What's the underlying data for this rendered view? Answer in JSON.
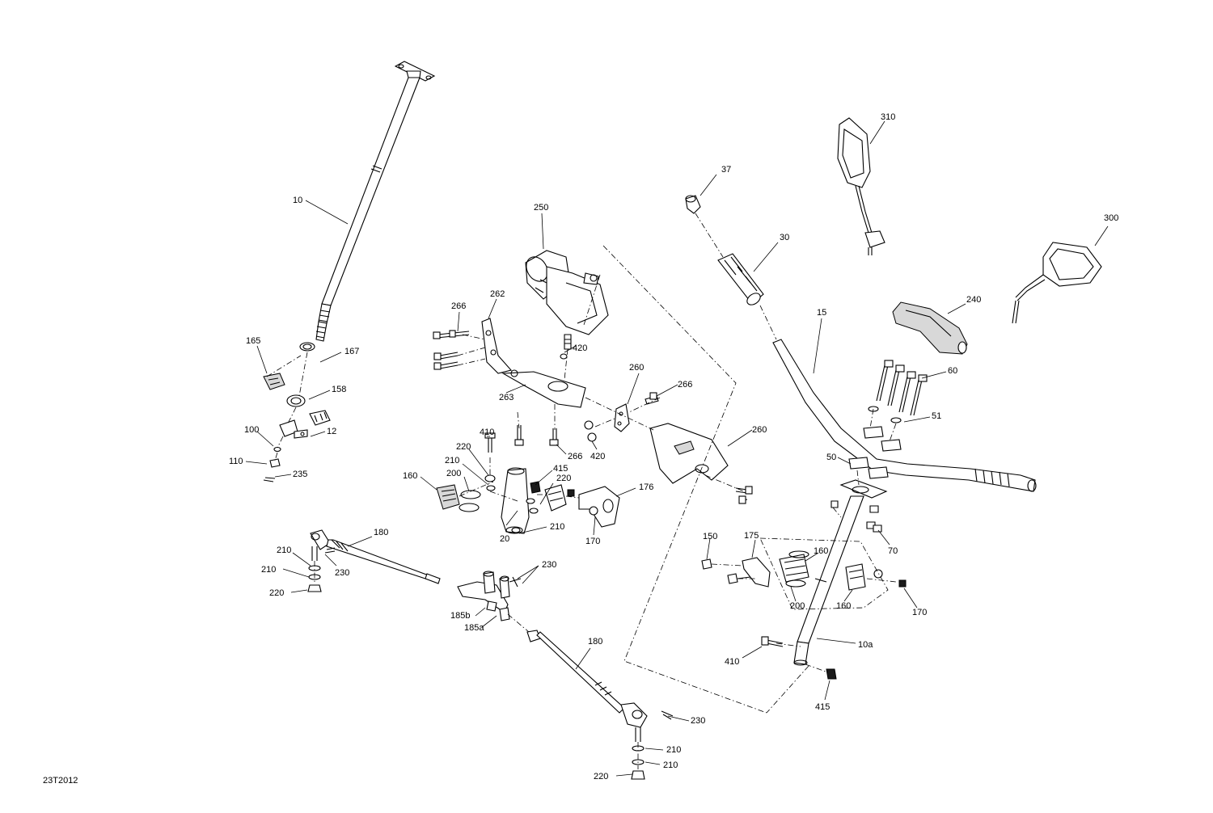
{
  "drawing_id": "23T2012",
  "callouts": [
    {
      "label": "10"
    },
    {
      "label": "165"
    },
    {
      "label": "167"
    },
    {
      "label": "158"
    },
    {
      "label": "100"
    },
    {
      "label": "12"
    },
    {
      "label": "110"
    },
    {
      "label": "235"
    },
    {
      "label": "250"
    },
    {
      "label": "262"
    },
    {
      "label": "266"
    },
    {
      "label": "420"
    },
    {
      "label": "263"
    },
    {
      "label": "260"
    },
    {
      "label": "266"
    },
    {
      "label": "260"
    },
    {
      "label": "410"
    },
    {
      "label": "266"
    },
    {
      "label": "420"
    },
    {
      "label": "220"
    },
    {
      "label": "210"
    },
    {
      "label": "200"
    },
    {
      "label": "160"
    },
    {
      "label": "415"
    },
    {
      "label": "220"
    },
    {
      "label": "176"
    },
    {
      "label": "210"
    },
    {
      "label": "20"
    },
    {
      "label": "170"
    },
    {
      "label": "180"
    },
    {
      "label": "210"
    },
    {
      "label": "210"
    },
    {
      "label": "230"
    },
    {
      "label": "220"
    },
    {
      "label": "230"
    },
    {
      "label": "185b"
    },
    {
      "label": "185a"
    },
    {
      "label": "180"
    },
    {
      "label": "230"
    },
    {
      "label": "210"
    },
    {
      "label": "210"
    },
    {
      "label": "220"
    },
    {
      "label": "37"
    },
    {
      "label": "310"
    },
    {
      "label": "30"
    },
    {
      "label": "300"
    },
    {
      "label": "15"
    },
    {
      "label": "240"
    },
    {
      "label": "60"
    },
    {
      "label": "51"
    },
    {
      "label": "50"
    },
    {
      "label": "70"
    },
    {
      "label": "150"
    },
    {
      "label": "175"
    },
    {
      "label": "160"
    },
    {
      "label": "200"
    },
    {
      "label": "160"
    },
    {
      "label": "170"
    },
    {
      "label": "410"
    },
    {
      "label": "10a"
    },
    {
      "label": "415"
    }
  ]
}
